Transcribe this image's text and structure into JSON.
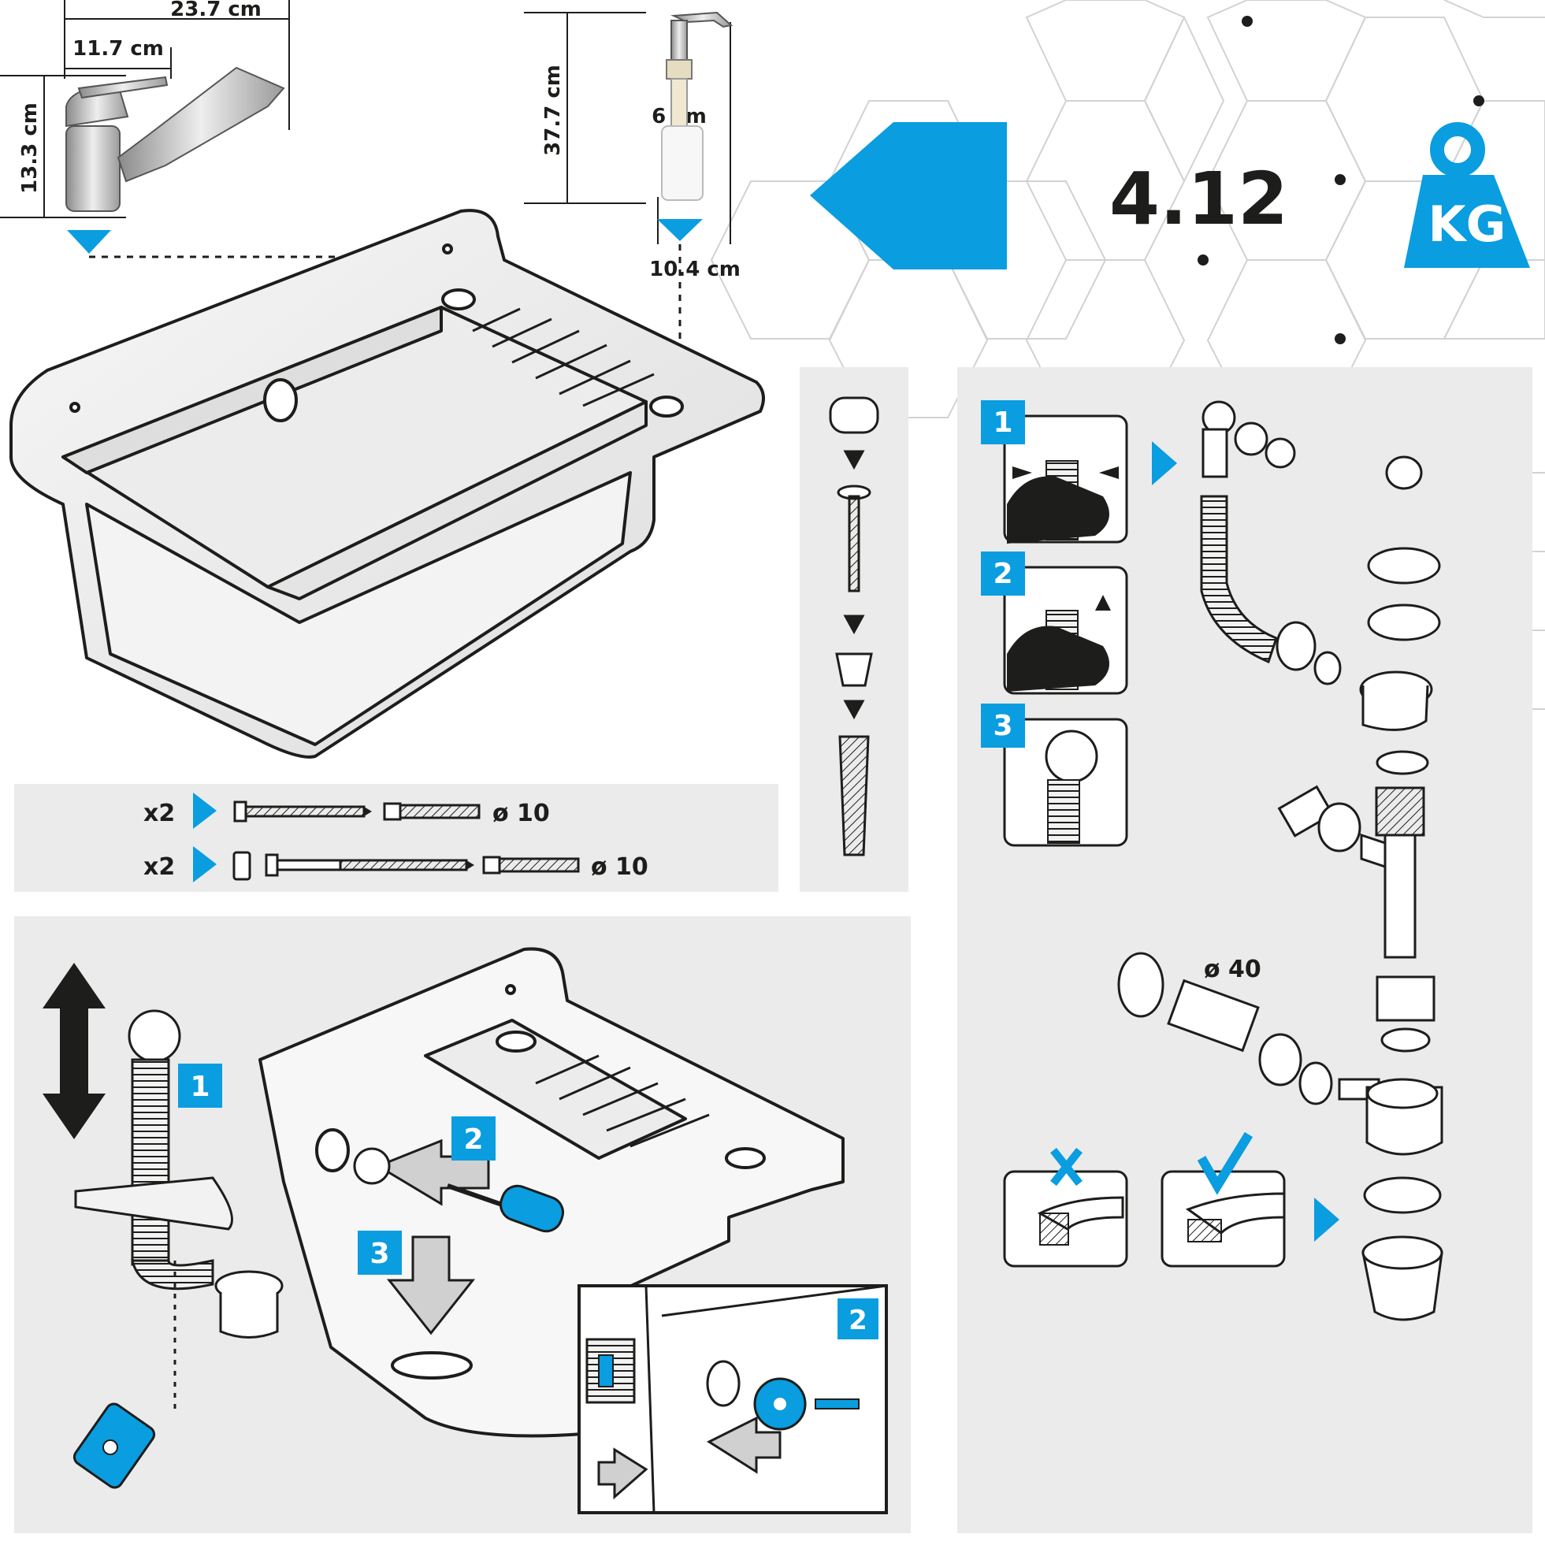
{
  "dimensions": {
    "tap_width": "23.7 cm",
    "tap_spout": "11.7 cm",
    "tap_height": "13.3 cm",
    "dispenser_height": "37.7 cm",
    "dispenser_bottle": "6 cm",
    "dispenser_depth": "10.4 cm"
  },
  "weight": {
    "value": "4.12",
    "unit": "KG"
  },
  "fixings": {
    "rows": [
      {
        "qty": "x2",
        "diameter": "ø 10"
      },
      {
        "qty": "x2",
        "diameter": "ø 10"
      }
    ]
  },
  "drain": {
    "pipe_diameter": "ø 40"
  },
  "step_numbers": {
    "install": [
      "1",
      "2",
      "3",
      "2"
    ],
    "hose": [
      "1",
      "2",
      "3"
    ]
  },
  "colors": {
    "accent": "#0a9de0",
    "ink": "#1d1d1b",
    "panel": "#ebebeb",
    "hex_lines": "#d2d2d2"
  },
  "icons": [
    "tap-icon",
    "soap-dispenser-icon",
    "sink-icon",
    "weight-icon",
    "screw-icon",
    "wall-plug-icon",
    "screwdriver-icon",
    "drain-hose-icon",
    "siphon-icon",
    "cutter-knife-icon",
    "hand-icon"
  ]
}
